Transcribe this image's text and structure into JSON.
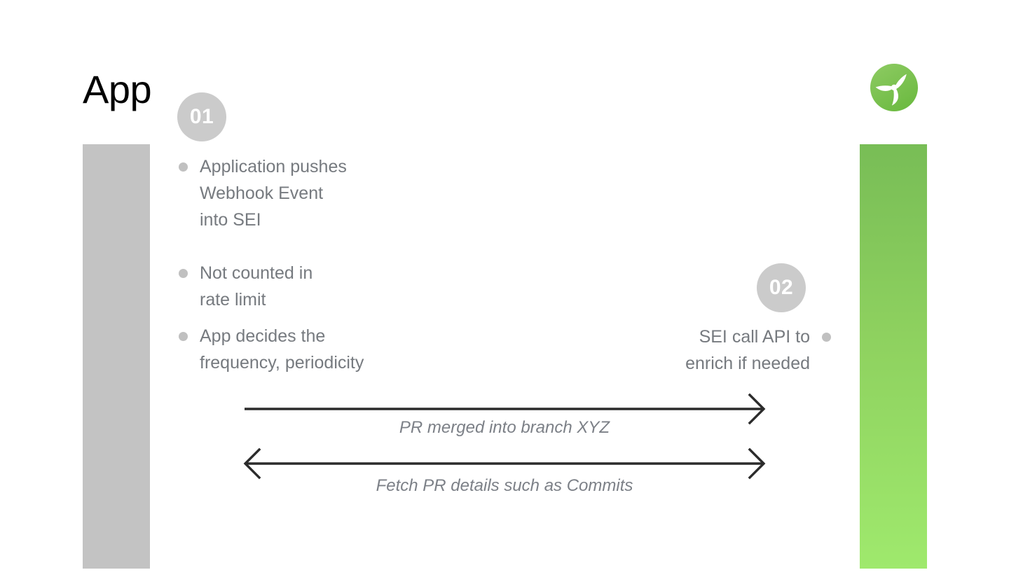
{
  "slide": {
    "title": "App",
    "background": "#ffffff"
  },
  "colors": {
    "lane_left": "#c3c3c3",
    "lane_right_top": "#78bd56",
    "lane_right_bottom": "#9fe96d",
    "badge": "#cbcbcb",
    "badge_text": "#ffffff",
    "body_text": "#767a7f",
    "bullet_dot": "#c0c0c0",
    "arrow": "#2b2b2b",
    "label_text": "#7c8087",
    "logo_green": "#7bc34a"
  },
  "logo": {
    "name": "propeller-logo",
    "shape": "three-blade-propeller",
    "blades": 3
  },
  "lanes": {
    "left": {
      "name": "app-lane",
      "label": "App"
    },
    "right": {
      "name": "sei-lane"
    }
  },
  "steps": [
    {
      "number": "01",
      "side": "left",
      "bullets": [
        "Application pushes\nWebhook Event\ninto SEI",
        "Not counted in\nrate limit",
        "App decides the\nfrequency, periodicity"
      ]
    },
    {
      "number": "02",
      "side": "right",
      "bullets": [
        "SEI call API to\nenrich if needed"
      ]
    }
  ],
  "arrows": [
    {
      "name": "pr-merged-arrow",
      "label": "PR merged into branch XYZ",
      "direction": "right",
      "heads": [
        "end"
      ]
    },
    {
      "name": "fetch-pr-arrow",
      "label": "Fetch PR details such as Commits",
      "direction": "bidirectional",
      "heads": [
        "start",
        "end"
      ]
    }
  ]
}
